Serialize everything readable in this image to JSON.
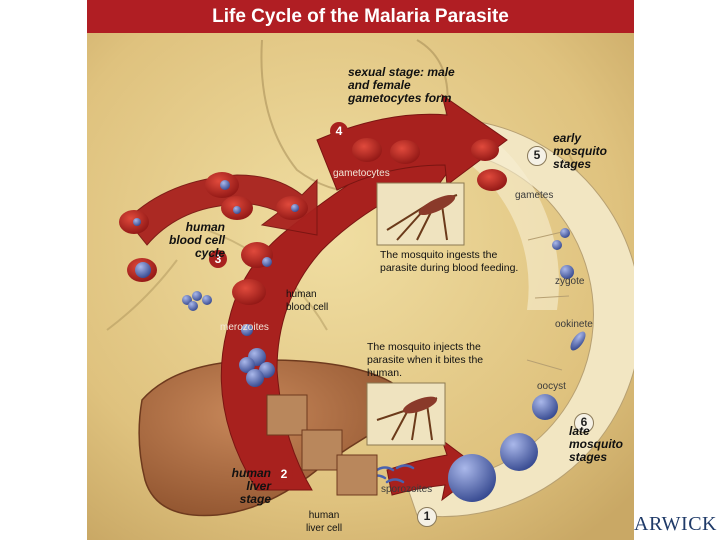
{
  "title": "Life Cycle of the Malaria Parasite",
  "stages": {
    "stage1_number": "1",
    "stage2_number": "2",
    "stage3_number": "3",
    "stage4_number": "4",
    "stage5_number": "5",
    "stage6_number": "6"
  },
  "labels": {
    "sexual_stage": "sexual stage: male and female gametocytes form",
    "early_mosquito": "early mosquito stages",
    "human_blood_cycle": "human blood cell cycle",
    "human_liver_stage": "human liver stage",
    "late_mosquito": "late mosquito stages",
    "gametocytes": "gametocytes",
    "gametes": "gametes",
    "zygote": "zygote",
    "ookinete": "ookinete",
    "oocyst": "oocyst",
    "merozoites": "merozoites",
    "sporozoites": "sporozoites",
    "human_blood_cell": "human blood cell",
    "human_liver_cell": "human liver cell",
    "ingests": "The mosquito ingests the parasite during blood feeding.",
    "injects": "The mosquito injects the parasite when it bites the human."
  },
  "logo_text": "ARWICK",
  "colors": {
    "title_bar": "#b01e23",
    "arrow_red": "#a8211e",
    "parchment": "#e6cf8a",
    "band": "#f2e6c2",
    "parasite_blue": "#4a63b0"
  }
}
